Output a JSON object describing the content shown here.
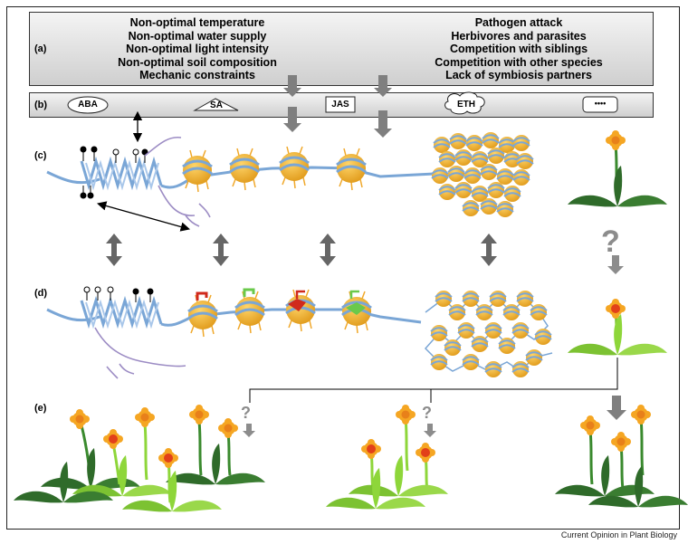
{
  "panels": {
    "a": "(a)",
    "b": "(b)",
    "c": "(c)",
    "d": "(d)",
    "e": "(e)"
  },
  "abiotic_stresses": [
    "Non-optimal temperature",
    "Non-optimal water supply",
    "Non-optimal light intensity",
    "Non-optimal soil composition",
    "Mechanic constraints"
  ],
  "biotic_stresses": [
    "Pathogen attack",
    "Herbivores and parasites",
    "Competition with siblings",
    "Competition with other species",
    "Lack of symbiosis partners"
  ],
  "hormones": {
    "aba": "ABA",
    "sa": "SA",
    "jas": "JAS",
    "eth": "ETH",
    "more": "••••"
  },
  "question_mark": "?",
  "credit": "Current Opinion in Plant Biology",
  "colors": {
    "dna_blue": "#7aa6d6",
    "nucleosome_orange": "#f0b43a",
    "rna_purple": "#9c8cc4",
    "arrow_grey": "#808080",
    "leaf_dark": "#2f6b2a",
    "leaf_light": "#8ed63a",
    "flower_orange": "#f5a623",
    "mark_red": "#d0291c",
    "mark_green": "#6ac94b"
  }
}
